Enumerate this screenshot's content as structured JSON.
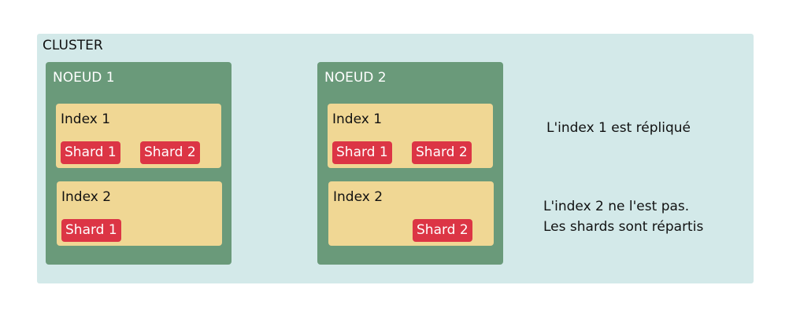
{
  "cluster": {
    "label": "CLUSTER"
  },
  "nodes": [
    {
      "label": "NOEUD 1",
      "indexes": [
        {
          "label": "Index 1",
          "shards": [
            "Shard 1",
            "Shard 2"
          ]
        },
        {
          "label": "Index 2",
          "shards": [
            "Shard 1"
          ]
        }
      ]
    },
    {
      "label": "NOEUD 2",
      "indexes": [
        {
          "label": "Index 1",
          "shards": [
            "Shard 1",
            "Shard 2"
          ]
        },
        {
          "label": "Index 2",
          "shards": [
            "Shard 2"
          ]
        }
      ]
    }
  ],
  "notes": {
    "index1": "L'index 1 est répliqué",
    "index2_line1": "L'index 2 ne l'est pas.",
    "index2_line2": "Les shards sont répartis"
  },
  "colors": {
    "cluster": "#d3e9e9",
    "node": "#6a9a7a",
    "index": "#f0d794",
    "shard": "#dc3545"
  }
}
